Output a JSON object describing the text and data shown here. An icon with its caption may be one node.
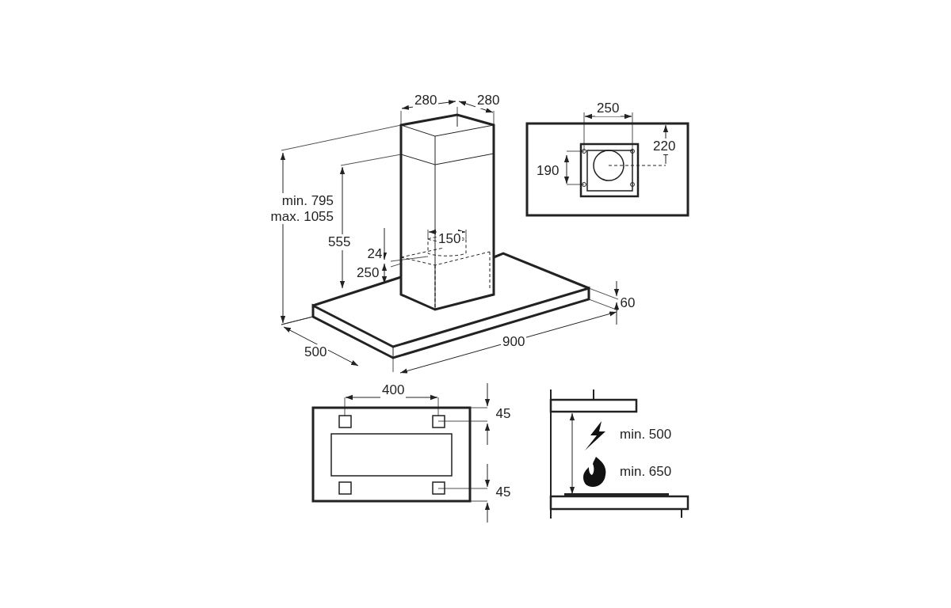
{
  "diagram": {
    "labels": [
      "280",
      "280",
      "250",
      "220",
      "190",
      "min. 795 max. 1055",
      "555",
      "150",
      "24",
      "250",
      "60",
      "500",
      "900",
      "400",
      "45",
      "min. 500",
      "min. 650",
      "45"
    ]
  }
}
